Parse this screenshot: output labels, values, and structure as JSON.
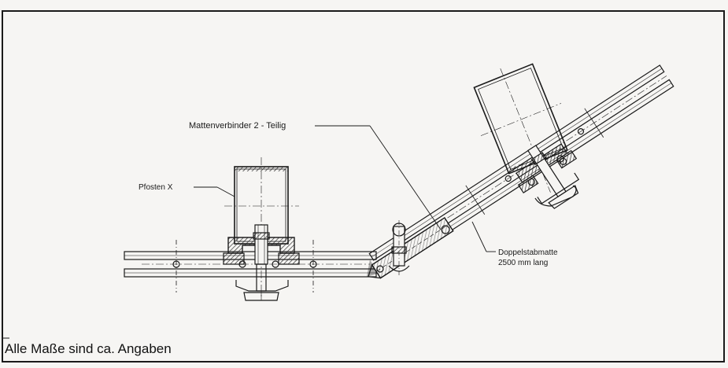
{
  "labels": {
    "mattenverbinder": "Mattenverbinder 2 - Teilig",
    "pfosten": "Pfosten X",
    "doppelstabmatte_line1": "Doppelstabmatte",
    "doppelstabmatte_line2": "2500 mm lang"
  },
  "footer": {
    "note": "Alle Maße sind ca. Angaben"
  },
  "colors": {
    "line": "#1a1a1a",
    "hatch": "#333333",
    "background": "#f6f5f3"
  }
}
